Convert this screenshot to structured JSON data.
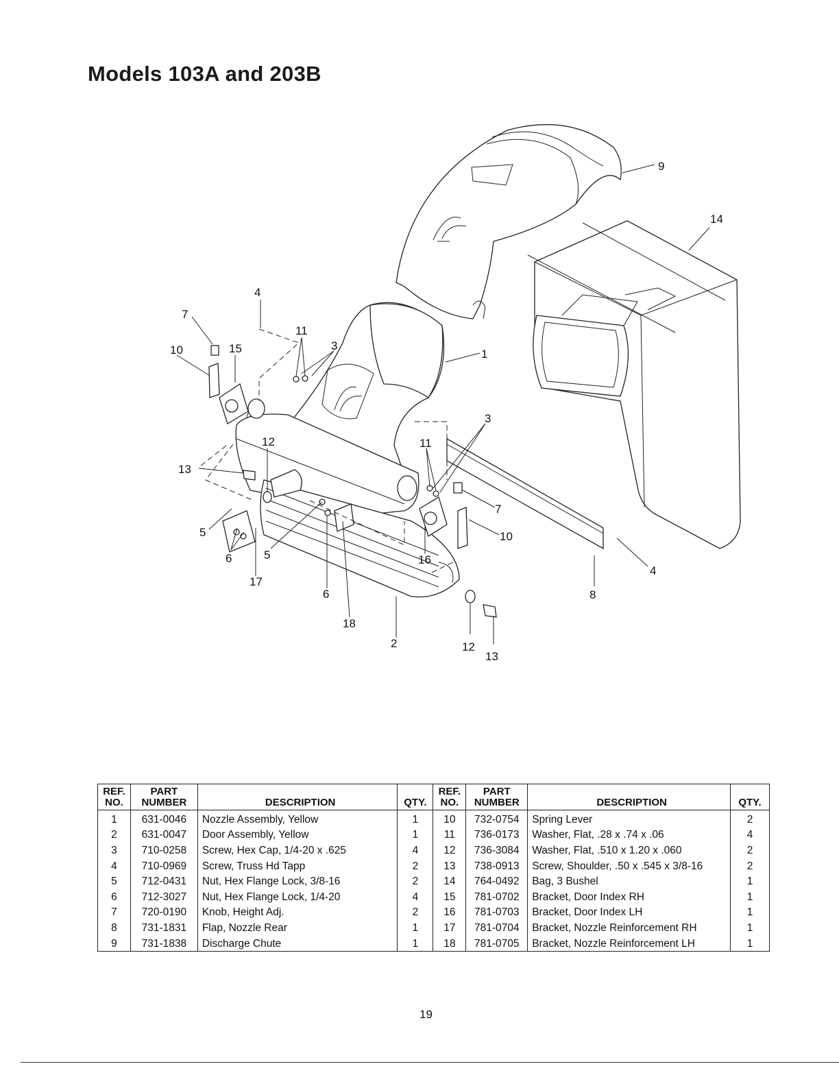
{
  "title": "Models 103A and 203B",
  "callouts": [
    "1",
    "2",
    "3",
    "3",
    "4",
    "4",
    "5",
    "5",
    "6",
    "6",
    "7",
    "7",
    "8",
    "9",
    "10",
    "10",
    "11",
    "11",
    "12",
    "12",
    "13",
    "13",
    "14",
    "15",
    "16",
    "17",
    "18"
  ],
  "table": {
    "headers": {
      "ref_no": "REF. NO.",
      "part_number": "PART NUMBER",
      "description": "DESCRIPTION",
      "qty": "QTY."
    },
    "rows_left": [
      {
        "ref": "1",
        "part": "631-0046",
        "desc": "Nozzle Assembly, Yellow",
        "qty": "1"
      },
      {
        "ref": "2",
        "part": "631-0047",
        "desc": "Door Assembly, Yellow",
        "qty": "1"
      },
      {
        "ref": "3",
        "part": "710-0258",
        "desc": "Screw, Hex Cap, 1/4-20 x .625",
        "qty": "4"
      },
      {
        "ref": "4",
        "part": "710-0969",
        "desc": "Screw, Truss Hd Tapp",
        "qty": "2"
      },
      {
        "ref": "5",
        "part": "712-0431",
        "desc": "Nut, Hex Flange Lock, 3/8-16",
        "qty": "2"
      },
      {
        "ref": "6",
        "part": "712-3027",
        "desc": "Nut, Hex Flange Lock, 1/4-20",
        "qty": "4"
      },
      {
        "ref": "7",
        "part": "720-0190",
        "desc": "Knob, Height Adj.",
        "qty": "2"
      },
      {
        "ref": "8",
        "part": "731-1831",
        "desc": "Flap, Nozzle Rear",
        "qty": "1"
      },
      {
        "ref": "9",
        "part": "731-1838",
        "desc": "Discharge Chute",
        "qty": "1"
      }
    ],
    "rows_right": [
      {
        "ref": "10",
        "part": "732-0754",
        "desc": "Spring Lever",
        "qty": "2"
      },
      {
        "ref": "11",
        "part": "736-0173",
        "desc": "Washer, Flat, .28 x .74 x .06",
        "qty": "4"
      },
      {
        "ref": "12",
        "part": "736-3084",
        "desc": "Washer, Flat, .510 x 1.20 x .060",
        "qty": "2"
      },
      {
        "ref": "13",
        "part": "738-0913",
        "desc": "Screw, Shoulder, .50 x .545 x 3/8-16",
        "qty": "2"
      },
      {
        "ref": "14",
        "part": "764-0492",
        "desc": "Bag, 3 Bushel",
        "qty": "1"
      },
      {
        "ref": "15",
        "part": "781-0702",
        "desc": "Bracket, Door Index RH",
        "qty": "1"
      },
      {
        "ref": "16",
        "part": "781-0703",
        "desc": "Bracket, Door Index LH",
        "qty": "1"
      },
      {
        "ref": "17",
        "part": "781-0704",
        "desc": "Bracket, Nozzle Reinforcement RH",
        "qty": "1"
      },
      {
        "ref": "18",
        "part": "781-0705",
        "desc": "Bracket, Nozzle Reinforcement LH",
        "qty": "1"
      }
    ]
  },
  "page_number": "19"
}
